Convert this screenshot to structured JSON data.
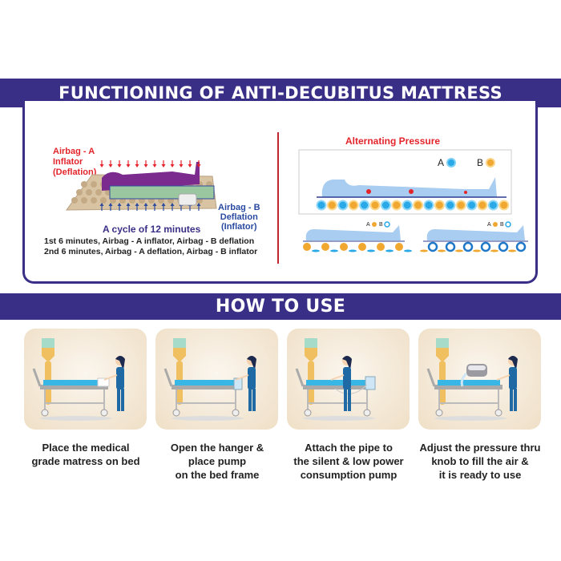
{
  "section1": {
    "title": "FUNCTIONING OF ANTI-DECUBITUS MATTRESS",
    "left": {
      "airbag_a": [
        "Airbag - A",
        "Inflator",
        "(Deflation)"
      ],
      "airbag_b": [
        "Airbag - B",
        "Deflation",
        "(Inflator)"
      ],
      "cycle": "A cycle of 12 minutes",
      "notes": [
        "1st 6 minutes, Airbag - A inflator, Airbag - B deflation",
        "2nd 6 minutes, Airbag - A deflation, Airbag - B inflator"
      ]
    },
    "right": {
      "title": "Alternating Pressure",
      "legend_a": "A",
      "legend_b": "B",
      "colors": {
        "a": "#29a9e8",
        "b": "#f0a830"
      }
    }
  },
  "section2": {
    "title": "HOW TO USE",
    "steps": [
      {
        "caption": [
          "Place the medical",
          "grade matress on bed"
        ]
      },
      {
        "caption": [
          "Open the hanger &",
          "place  pump",
          "on the bed frame"
        ]
      },
      {
        "caption": [
          "Attach the pipe to",
          "the silent & low power",
          "consumption pump"
        ]
      },
      {
        "caption": [
          "Adjust the pressure thru",
          "knob to fill the air &",
          "it is ready to use"
        ]
      }
    ]
  }
}
